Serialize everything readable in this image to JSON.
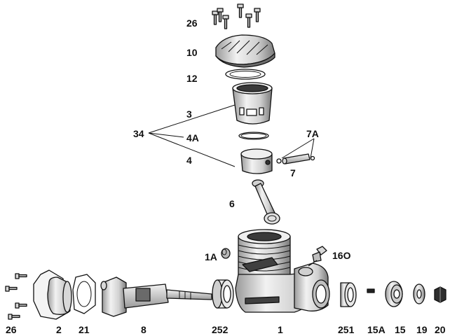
{
  "colors": {
    "ink": "#111111",
    "metal_light": "#e8e8e8",
    "metal_mid": "#c8c8c8",
    "metal_dark": "#8a8a8a",
    "shadow": "#3a3a3a"
  },
  "callouts": [
    {
      "id": "26-top",
      "text": "26"
    },
    {
      "id": "10",
      "text": "10"
    },
    {
      "id": "12",
      "text": "12"
    },
    {
      "id": "3",
      "text": "3"
    },
    {
      "id": "34",
      "text": "34"
    },
    {
      "id": "4a",
      "text": "4A"
    },
    {
      "id": "4",
      "text": "4"
    },
    {
      "id": "7a",
      "text": "7A"
    },
    {
      "id": "7",
      "text": "7"
    },
    {
      "id": "6",
      "text": "6"
    },
    {
      "id": "1a",
      "text": "1A"
    },
    {
      "id": "16o",
      "text": "16O"
    },
    {
      "id": "26-bottom",
      "text": "26"
    },
    {
      "id": "2",
      "text": "2"
    },
    {
      "id": "21",
      "text": "21"
    },
    {
      "id": "8",
      "text": "8"
    },
    {
      "id": "252",
      "text": "252"
    },
    {
      "id": "1",
      "text": "1"
    },
    {
      "id": "251",
      "text": "251"
    },
    {
      "id": "15a",
      "text": "15A"
    },
    {
      "id": "15",
      "text": "15"
    },
    {
      "id": "19",
      "text": "19"
    },
    {
      "id": "20",
      "text": "20"
    }
  ]
}
